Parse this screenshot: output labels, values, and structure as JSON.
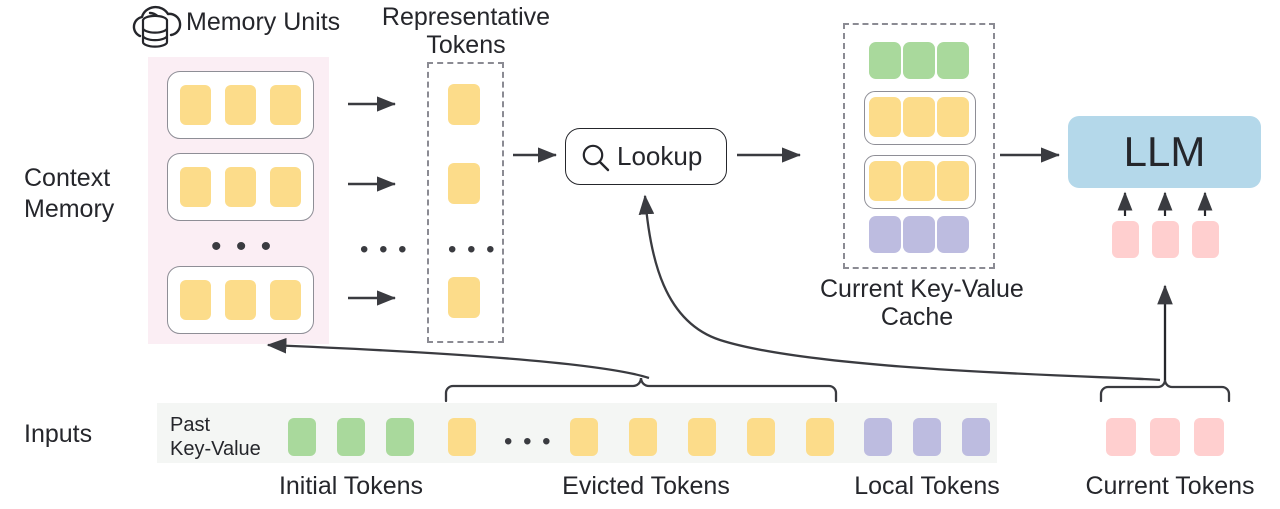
{
  "diagram": {
    "title_icon": "cloud-database-icon",
    "labels": {
      "memory_units": "Memory Units",
      "representative_tokens_line1": "Representative",
      "representative_tokens_line2": "Tokens",
      "context_memory_line1": "Context",
      "context_memory_line2": "Memory",
      "lookup": "Lookup",
      "llm": "LLM",
      "current_kv_cache_line1": "Current Key-Value",
      "current_kv_cache_line2": "Cache",
      "inputs": "Inputs",
      "past_kv_line1": "Past",
      "past_kv_line2": "Key-Value",
      "initial_tokens": "Initial Tokens",
      "evicted_tokens": "Evicted Tokens",
      "local_tokens": "Local Tokens",
      "current_tokens": "Current Tokens",
      "ellipsis": "• • •"
    },
    "colors": {
      "yellow": "#fcdc8a",
      "green": "#a9d99c",
      "purple": "#bdbce0",
      "pink": "#ffcfcf",
      "blue": "#b4d8ea",
      "context_bg": "#fbeef4",
      "input_bg": "#f4f6f4",
      "stroke": "#3a3b40",
      "box_border": "#8e8e96",
      "text": "#25262b"
    },
    "context_memory": {
      "units": [
        {
          "tokens": [
            "yellow",
            "yellow",
            "yellow"
          ]
        },
        {
          "tokens": [
            "yellow",
            "yellow",
            "yellow"
          ]
        },
        {
          "tokens": [
            "yellow",
            "yellow",
            "yellow"
          ]
        }
      ],
      "unit_count_visible": 3,
      "has_ellipsis": true
    },
    "representative_tokens": {
      "tokens": [
        "yellow",
        "yellow",
        "yellow"
      ],
      "has_ellipsis": true,
      "border": "dashed"
    },
    "kv_cache": {
      "border": "dashed",
      "rows": [
        {
          "color": "green",
          "count": 3,
          "boxed": false
        },
        {
          "color": "yellow",
          "count": 3,
          "boxed": true
        },
        {
          "color": "yellow",
          "count": 3,
          "boxed": true
        },
        {
          "color": "purple",
          "count": 3,
          "boxed": false
        }
      ]
    },
    "llm_inputs": {
      "tokens": [
        "pink",
        "pink",
        "pink"
      ],
      "arrow_count": 3
    },
    "input_sequence": {
      "groups": [
        {
          "name": "Initial Tokens",
          "color": "green",
          "count": 3
        },
        {
          "name": "Evicted Tokens",
          "color": "yellow",
          "count": 6,
          "has_ellipsis": true
        },
        {
          "name": "Local Tokens",
          "color": "purple",
          "count": 3
        }
      ],
      "current": {
        "name": "Current Tokens",
        "color": "pink",
        "count": 3
      }
    },
    "arrows": {
      "unit_to_rep": 3,
      "rep_to_lookup": 1,
      "lookup_to_cache": 1,
      "cache_to_llm": 1,
      "evicted_to_context": "curved",
      "current_to_lookup": "curved",
      "current_to_llm_tokens": "straight-up"
    }
  }
}
